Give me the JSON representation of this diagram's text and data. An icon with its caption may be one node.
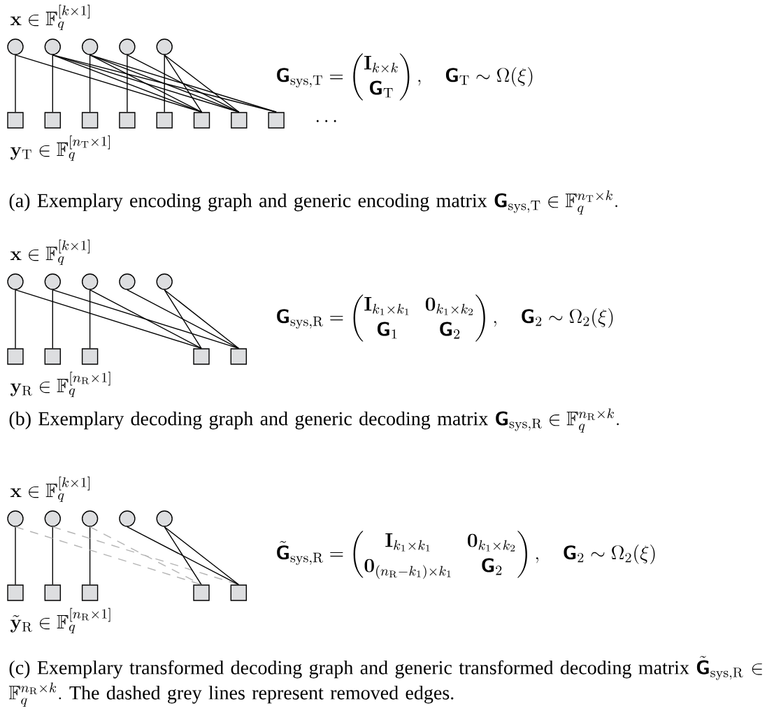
{
  "diagram": {
    "nodes": [
      {
        "text": [],
        "shape": "circle"
      },
      {
        "text": [],
        "shape": "circle"
      },
      {
        "text": [],
        "shape": "circle"
      },
      {
        "text": [],
        "shape": "circle"
      },
      {
        "text": [],
        "shape": "circle"
      },
      {
        "text": [],
        "shape": "box"
      },
      {
        "text": [],
        "shape": "box"
      },
      {
        "text": [],
        "shape": "box"
      },
      {
        "text": [],
        "shape": "box"
      },
      {
        "text": [],
        "shape": "box"
      },
      {
        "text": [],
        "shape": "box"
      },
      {
        "text": [],
        "shape": "box"
      },
      {
        "text": [],
        "shape": "box"
      },
      {
        "text": [],
        "shape": "circle"
      },
      {
        "text": [],
        "shape": "circle"
      },
      {
        "text": [],
        "shape": "circle"
      },
      {
        "text": [],
        "shape": "circle"
      },
      {
        "text": [],
        "shape": "circle"
      },
      {
        "text": [],
        "shape": "box"
      },
      {
        "text": [],
        "shape": "box"
      },
      {
        "text": [],
        "shape": "box"
      },
      {
        "text": [],
        "shape": "box"
      },
      {
        "text": [],
        "shape": "box"
      },
      {
        "text": [],
        "shape": "circle"
      },
      {
        "text": [],
        "shape": "circle"
      },
      {
        "text": [],
        "shape": "circle"
      },
      {
        "text": [],
        "shape": "circle"
      },
      {
        "text": [],
        "shape": "circle"
      },
      {
        "text": [],
        "shape": "box"
      },
      {
        "text": [],
        "shape": "box"
      },
      {
        "text": [],
        "shape": "box"
      },
      {
        "text": [],
        "shape": "box"
      },
      {
        "text": [],
        "shape": "box"
      }
    ],
    "edges": [
      {
        "from": 0,
        "to": 5,
        "arrow": "none"
      },
      {
        "from": 1,
        "to": 6,
        "arrow": "none"
      },
      {
        "from": 2,
        "to": 7,
        "arrow": "none"
      },
      {
        "from": 3,
        "to": 8,
        "arrow": "none"
      },
      {
        "from": 4,
        "to": 9,
        "arrow": "none"
      },
      {
        "from": 0,
        "to": 10,
        "arrow": "none"
      },
      {
        "from": 1,
        "to": 10,
        "arrow": "none"
      },
      {
        "from": 1,
        "to": 11,
        "arrow": "none"
      },
      {
        "from": 1,
        "to": 12,
        "arrow": "none"
      },
      {
        "from": 2,
        "to": 10,
        "arrow": "none"
      },
      {
        "from": 2,
        "to": 11,
        "arrow": "none"
      },
      {
        "from": 2,
        "to": 12,
        "arrow": "none"
      },
      {
        "from": 3,
        "to": 11,
        "arrow": "none"
      },
      {
        "from": 4,
        "to": 10,
        "arrow": "none"
      },
      {
        "from": 4,
        "to": 11,
        "arrow": "none"
      },
      {
        "from": 13,
        "to": 18,
        "arrow": "none"
      },
      {
        "from": 14,
        "to": 19,
        "arrow": "none"
      },
      {
        "from": 15,
        "to": 20,
        "arrow": "none"
      },
      {
        "from": 13,
        "to": 21,
        "arrow": "none"
      },
      {
        "from": 14,
        "to": 22,
        "arrow": "none"
      },
      {
        "from": 15,
        "to": 21,
        "arrow": "none"
      },
      {
        "from": 16,
        "to": 22,
        "arrow": "none"
      },
      {
        "from": 17,
        "to": 21,
        "arrow": "none"
      },
      {
        "from": 17,
        "to": 22,
        "arrow": "none"
      },
      {
        "from": 23,
        "to": 28,
        "arrow": "none"
      },
      {
        "from": 24,
        "to": 29,
        "arrow": "none"
      },
      {
        "from": 25,
        "to": 30,
        "arrow": "none"
      },
      {
        "from": 23,
        "to": 31,
        "arrow": "none",
        "style": "dashed",
        "color": "#b4b4b4"
      },
      {
        "from": 24,
        "to": 32,
        "arrow": "none",
        "style": "dashed",
        "color": "#b4b4b4"
      },
      {
        "from": 25,
        "to": 31,
        "arrow": "none",
        "style": "dashed",
        "color": "#b4b4b4"
      },
      {
        "from": 26,
        "to": 32,
        "arrow": "none"
      },
      {
        "from": 27,
        "to": 31,
        "arrow": "none"
      },
      {
        "from": 27,
        "to": 32,
        "arrow": "none"
      }
    ],
    "labels": [
      "\\mathbf{x} \\in \\mathbb{F}_q^{[k\\times 1]}",
      "\\boldsymbol{\\mathsf{G}}_{\\mathrm{sys,T}} = \\begin{pmatrix}\\mathbf{I}_{k\\times k}\\\\ \\boldsymbol{\\mathsf{G}}_{\\mathrm{T}}\\end{pmatrix}, \\quad \\boldsymbol{\\mathsf{G}}_{\\mathrm{T}} \\sim \\Omega(\\xi)",
      "\\cdots",
      "\\mathbf{y}_{\\mathrm{T}} \\in \\mathbb{F}_q^{[n_{\\mathrm{T}}\\times 1]}",
      "(a) Exemplary encoding graph and generic encoding matrix",
      "\\boldsymbol{\\mathsf{G}}_{\\mathrm{sys,T}} \\in \\mathbb{F}_q^{n_{\\mathrm{T}}\\times k}.",
      "\\mathbf{x} \\in \\mathbb{F}_q^{[k\\times 1]}",
      "\\boldsymbol{\\mathsf{G}}_{\\mathrm{sys,R}} = \\begin{pmatrix}\\mathbf{I}_{k_1\\times k_1} & \\mathbf{0}_{k_1\\times k_2}\\\\ \\boldsymbol{\\mathsf{G}}_1 & \\boldsymbol{\\mathsf{G}}_2\\end{pmatrix}, \\quad \\boldsymbol{\\mathsf{G}}_2 \\sim \\Omega_2(\\xi)",
      "\\mathbf{y}_{\\mathrm{R}} \\in \\mathbb{F}_q^{[n_{\\mathrm{R}}\\times 1]}",
      "(b) Exemplary decoding graph and generic decoding matrix",
      "\\boldsymbol{\\mathsf{G}}_{\\mathrm{sys,R}} \\in \\mathbb{F}_q^{n_{\\mathrm{R}}\\times k}.",
      "\\mathbf{x} \\in \\mathbb{F}_q^{[k\\times 1]}",
      "\\tilde{\\boldsymbol{\\mathsf{G}}}_{\\mathrm{sys,R}} = \\begin{pmatrix}\\mathbf{I}_{k_1\\times k_1} & \\mathbf{0}_{k_1\\times k_2}\\\\ \\mathbf{0}_{(n_{\\mathrm{R}}-k_1)\\times k_1} & \\boldsymbol{\\mathsf{G}}_2\\end{pmatrix}, \\quad \\boldsymbol{\\mathsf{G}}_2 \\sim \\Omega_2(\\xi)",
      "\\tilde{\\mathbf{y}}_{\\mathrm{R}} \\in \\mathbb{F}_q^{[n_{\\mathrm{R}}\\times 1]}",
      "(c) Exemplary transformed decoding graph and generic transformed decoding matrix",
      "\\tilde{\\boldsymbol{\\mathsf{G}}}_{\\mathrm{sys,R}} \\in \\mathbb{F}_q^{n_{\\mathrm{R}}\\times k}.",
      "The dashed grey lines represent removed edges."
    ]
  }
}
